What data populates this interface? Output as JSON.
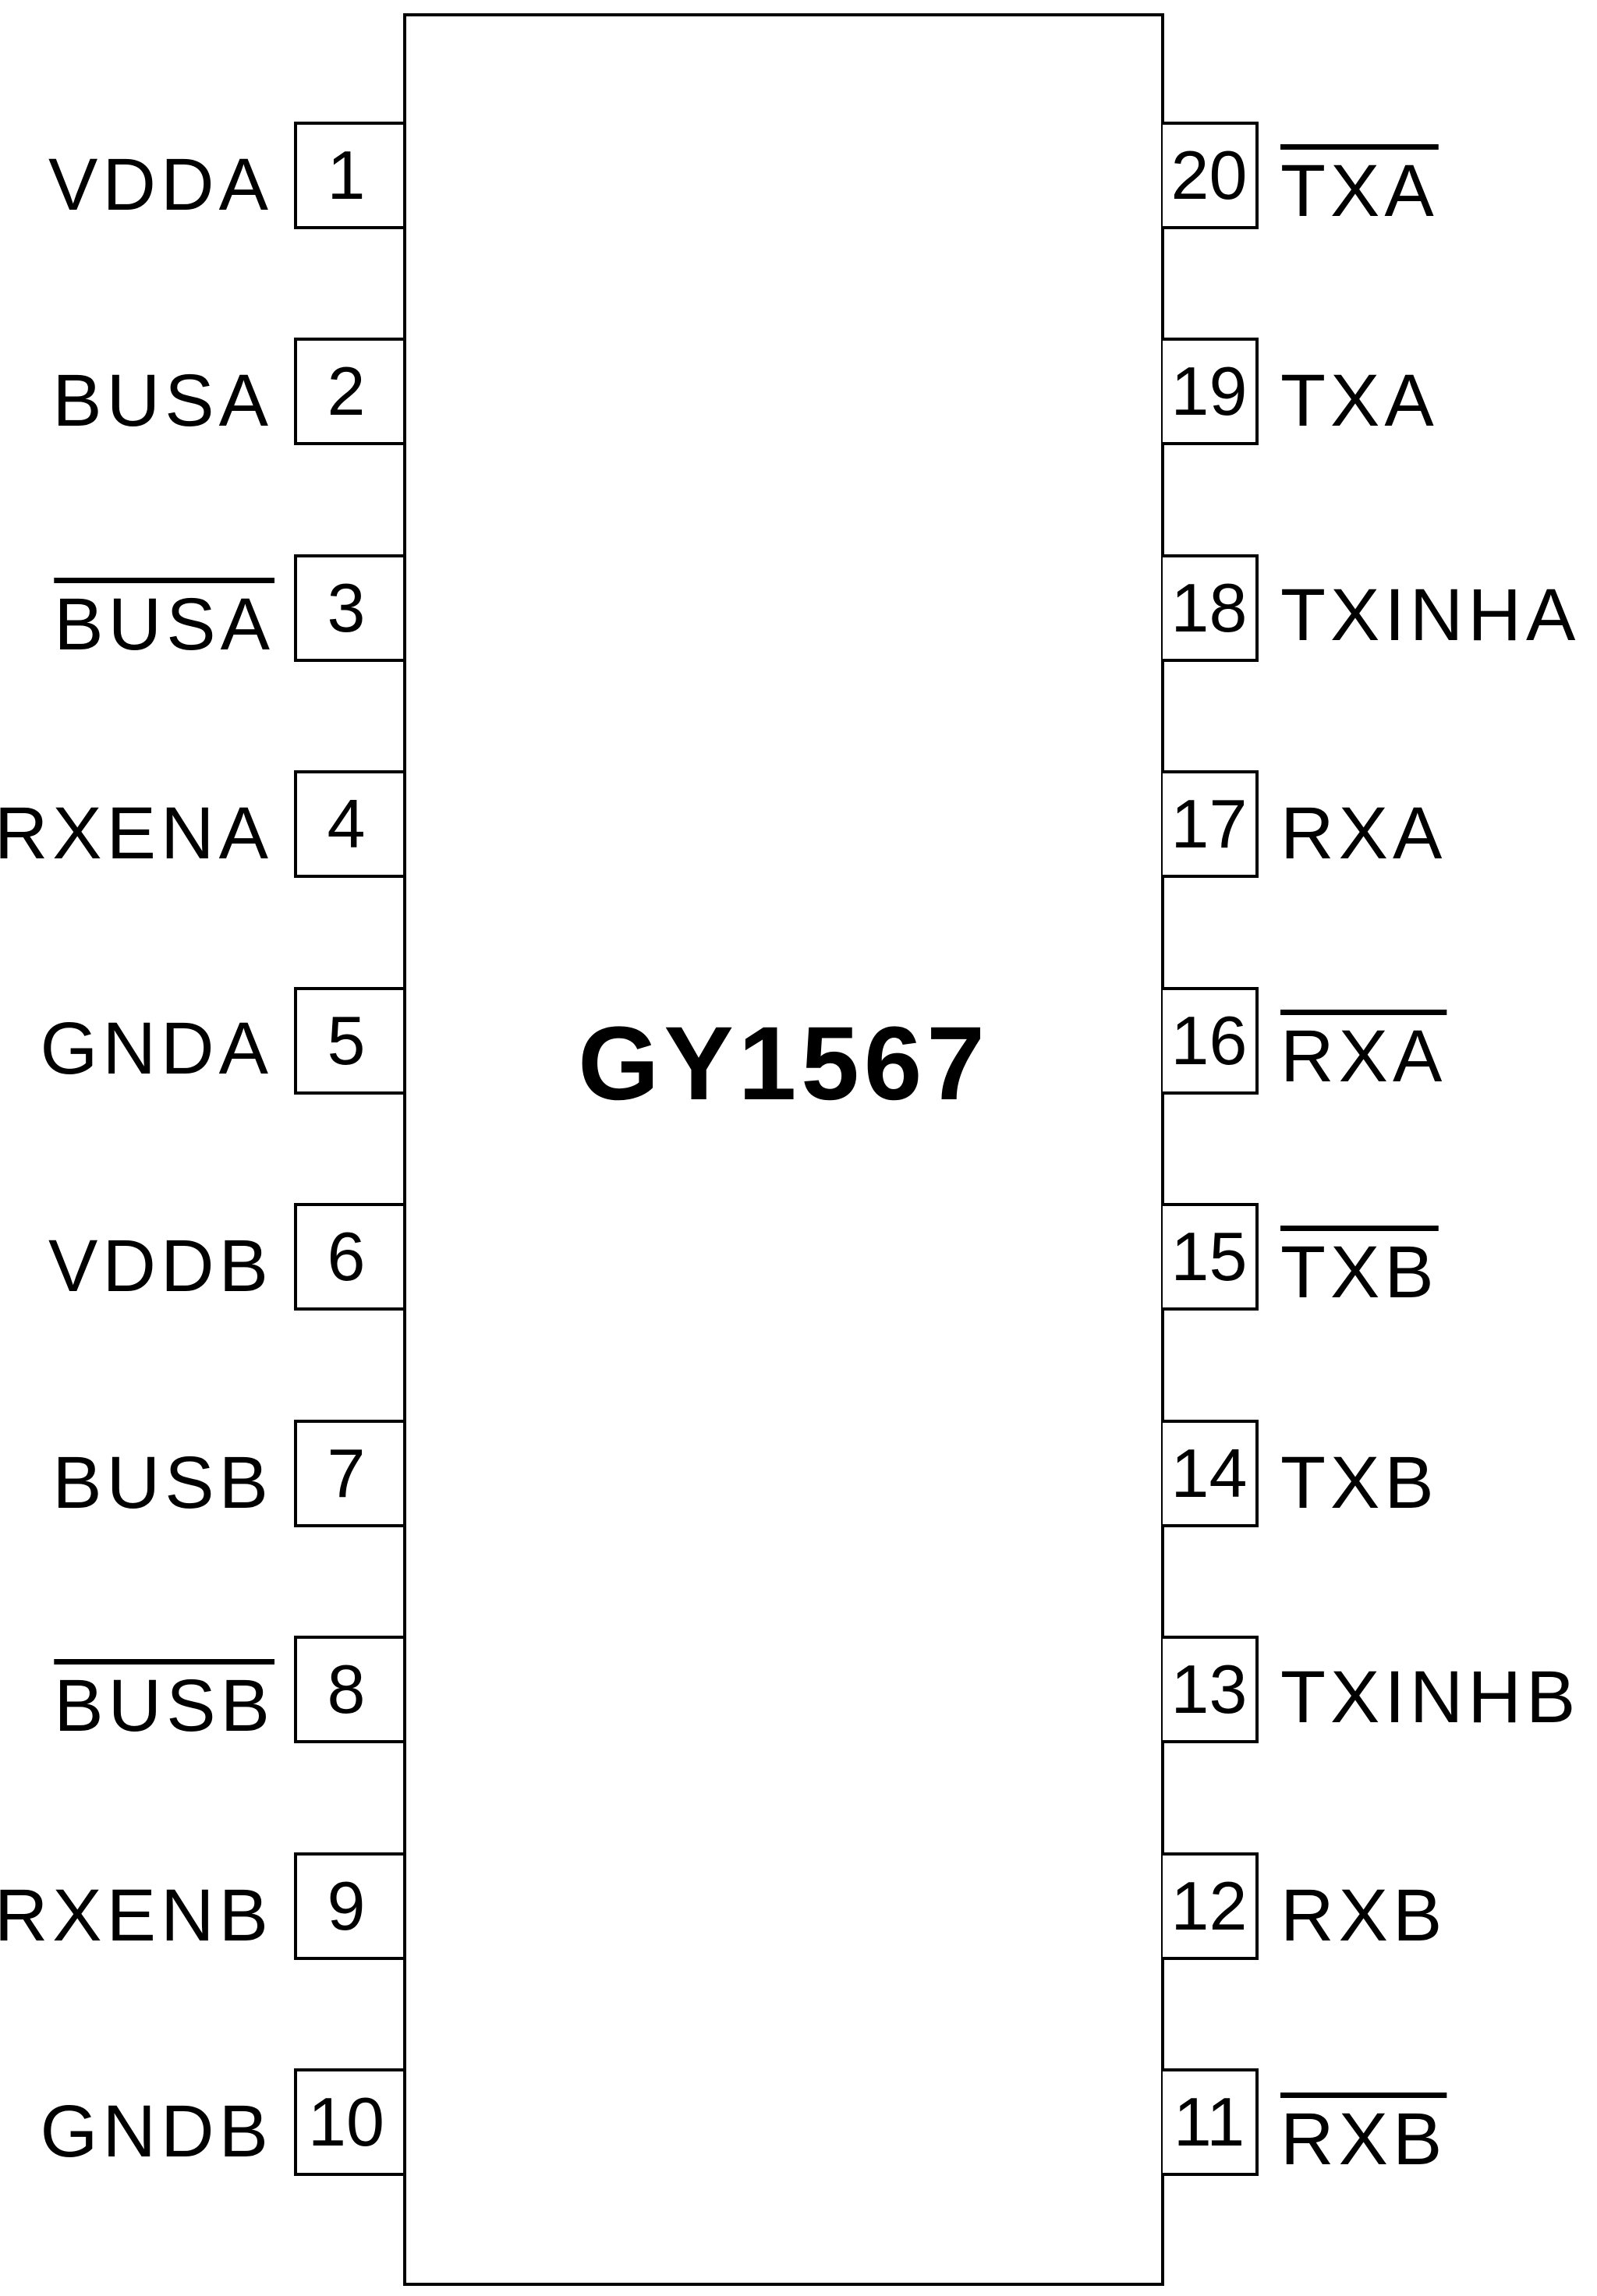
{
  "chip": {
    "part_number": "GY1567"
  },
  "pins_left": [
    {
      "number": "1",
      "name": "VDDA",
      "active_low": false
    },
    {
      "number": "2",
      "name": "BUSA",
      "active_low": false
    },
    {
      "number": "3",
      "name": "BUSA",
      "active_low": true
    },
    {
      "number": "4",
      "name": "RXENA",
      "active_low": false
    },
    {
      "number": "5",
      "name": "GNDA",
      "active_low": false
    },
    {
      "number": "6",
      "name": "VDDB",
      "active_low": false
    },
    {
      "number": "7",
      "name": "BUSB",
      "active_low": false
    },
    {
      "number": "8",
      "name": "BUSB",
      "active_low": true
    },
    {
      "number": "9",
      "name": "RXENB",
      "active_low": false
    },
    {
      "number": "10",
      "name": "GNDB",
      "active_low": false
    }
  ],
  "pins_right": [
    {
      "number": "20",
      "name": "TXA",
      "active_low": true
    },
    {
      "number": "19",
      "name": "TXA",
      "active_low": false
    },
    {
      "number": "18",
      "name": "TXINHA",
      "active_low": false
    },
    {
      "number": "17",
      "name": "RXA",
      "active_low": false
    },
    {
      "number": "16",
      "name": "RXA",
      "active_low": true
    },
    {
      "number": "15",
      "name": "TXB",
      "active_low": true
    },
    {
      "number": "14",
      "name": "TXB",
      "active_low": false
    },
    {
      "number": "13",
      "name": "TXINHB",
      "active_low": false
    },
    {
      "number": "12",
      "name": "RXB",
      "active_low": false
    },
    {
      "number": "11",
      "name": "RXB",
      "active_low": true
    }
  ]
}
